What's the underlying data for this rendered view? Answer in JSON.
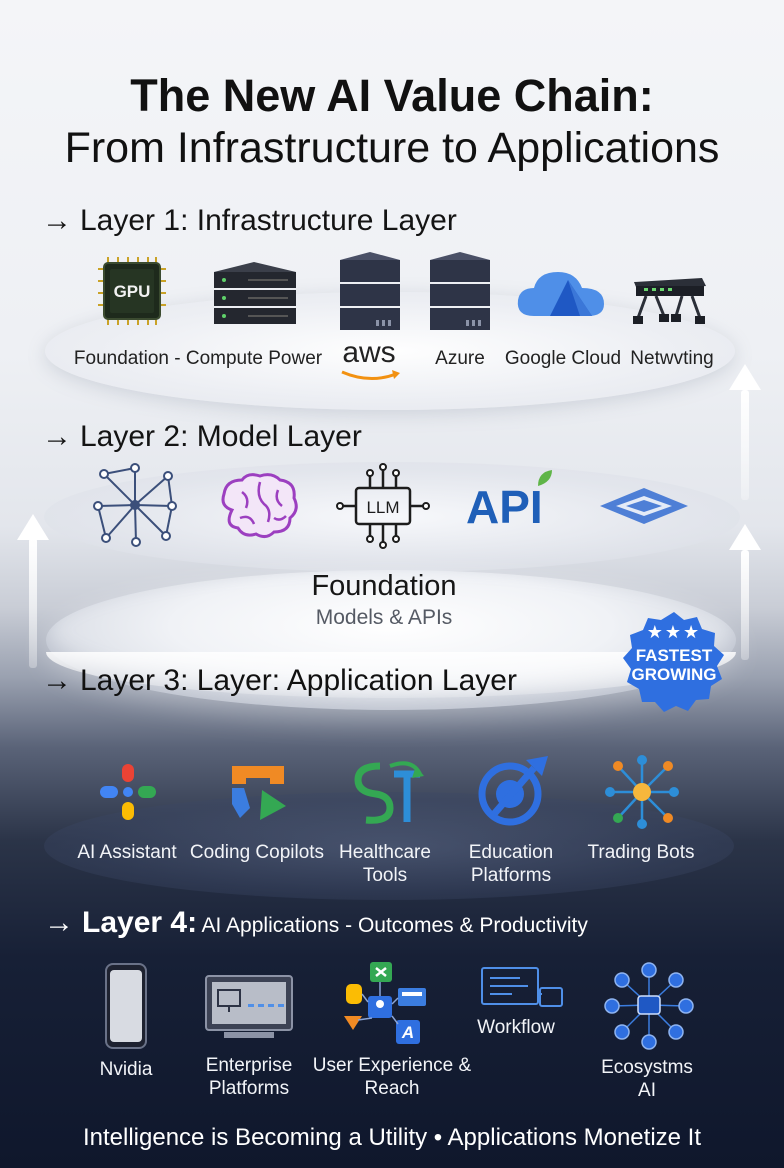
{
  "title": {
    "line1": "The New AI Value Chain:",
    "line2": "From Infrastructure to Applications"
  },
  "layer1": {
    "heading": "Layer 1: Infrastructure Layer",
    "items": [
      {
        "icon": "gpu-chip-icon",
        "chip_text": "GPU",
        "label": "Foundation - Compute Power"
      },
      {
        "icon": "server-rack-icon",
        "label": "aws"
      },
      {
        "icon": "server-tower-icon",
        "label": "Azure"
      },
      {
        "icon": "google-cloud-icon",
        "label": "Google Cloud"
      },
      {
        "icon": "network-switch-icon",
        "label": "Netwvting"
      }
    ]
  },
  "layer2": {
    "heading": "Layer 2: Model Layer",
    "items": [
      {
        "icon": "neural-network-icon"
      },
      {
        "icon": "brain-icon"
      },
      {
        "icon": "llm-chip-icon",
        "chip_text": "LLM"
      },
      {
        "icon": "api-icon",
        "text": "API"
      },
      {
        "icon": "layers-stack-icon"
      }
    ],
    "platform_title": "Foundation",
    "platform_subtitle": "Models & APIs"
  },
  "badge": {
    "stars": "★★★",
    "line1": "FASTEST",
    "line2": "GROWING"
  },
  "layer3": {
    "heading": "Layer 3: Layer: Application Layer",
    "items": [
      {
        "icon": "ai-assistant-icon",
        "label": "AI Assistant"
      },
      {
        "icon": "coding-copilot-icon",
        "label": "Coding Copilots"
      },
      {
        "icon": "healthcare-icon",
        "label": "Healthcare Tools"
      },
      {
        "icon": "education-icon",
        "label": "Education Platforms"
      },
      {
        "icon": "trading-bot-icon",
        "label": "Trading Bots"
      }
    ]
  },
  "layer4": {
    "heading_bold": "Layer 4:",
    "heading_rest": "AI Applications - Outcomes & Productivity",
    "items": [
      {
        "icon": "smartphone-icon",
        "label": "Nvidia"
      },
      {
        "icon": "enterprise-monitor-icon",
        "label": "Enterprise Platforms"
      },
      {
        "icon": "user-experience-icon",
        "label": "User Experience & Reach"
      },
      {
        "icon": "workflow-icon",
        "label": "Workflow"
      },
      {
        "icon": "ecosystem-icon",
        "label": "Ecosystms AI"
      }
    ]
  },
  "footer": "Intelligence is Becoming a Utility • Applications Monetize It",
  "colors": {
    "title": "#111111",
    "badge": "#2f6fe0",
    "api_blue": "#1f5fb8",
    "background_dark": "#0f172c"
  }
}
